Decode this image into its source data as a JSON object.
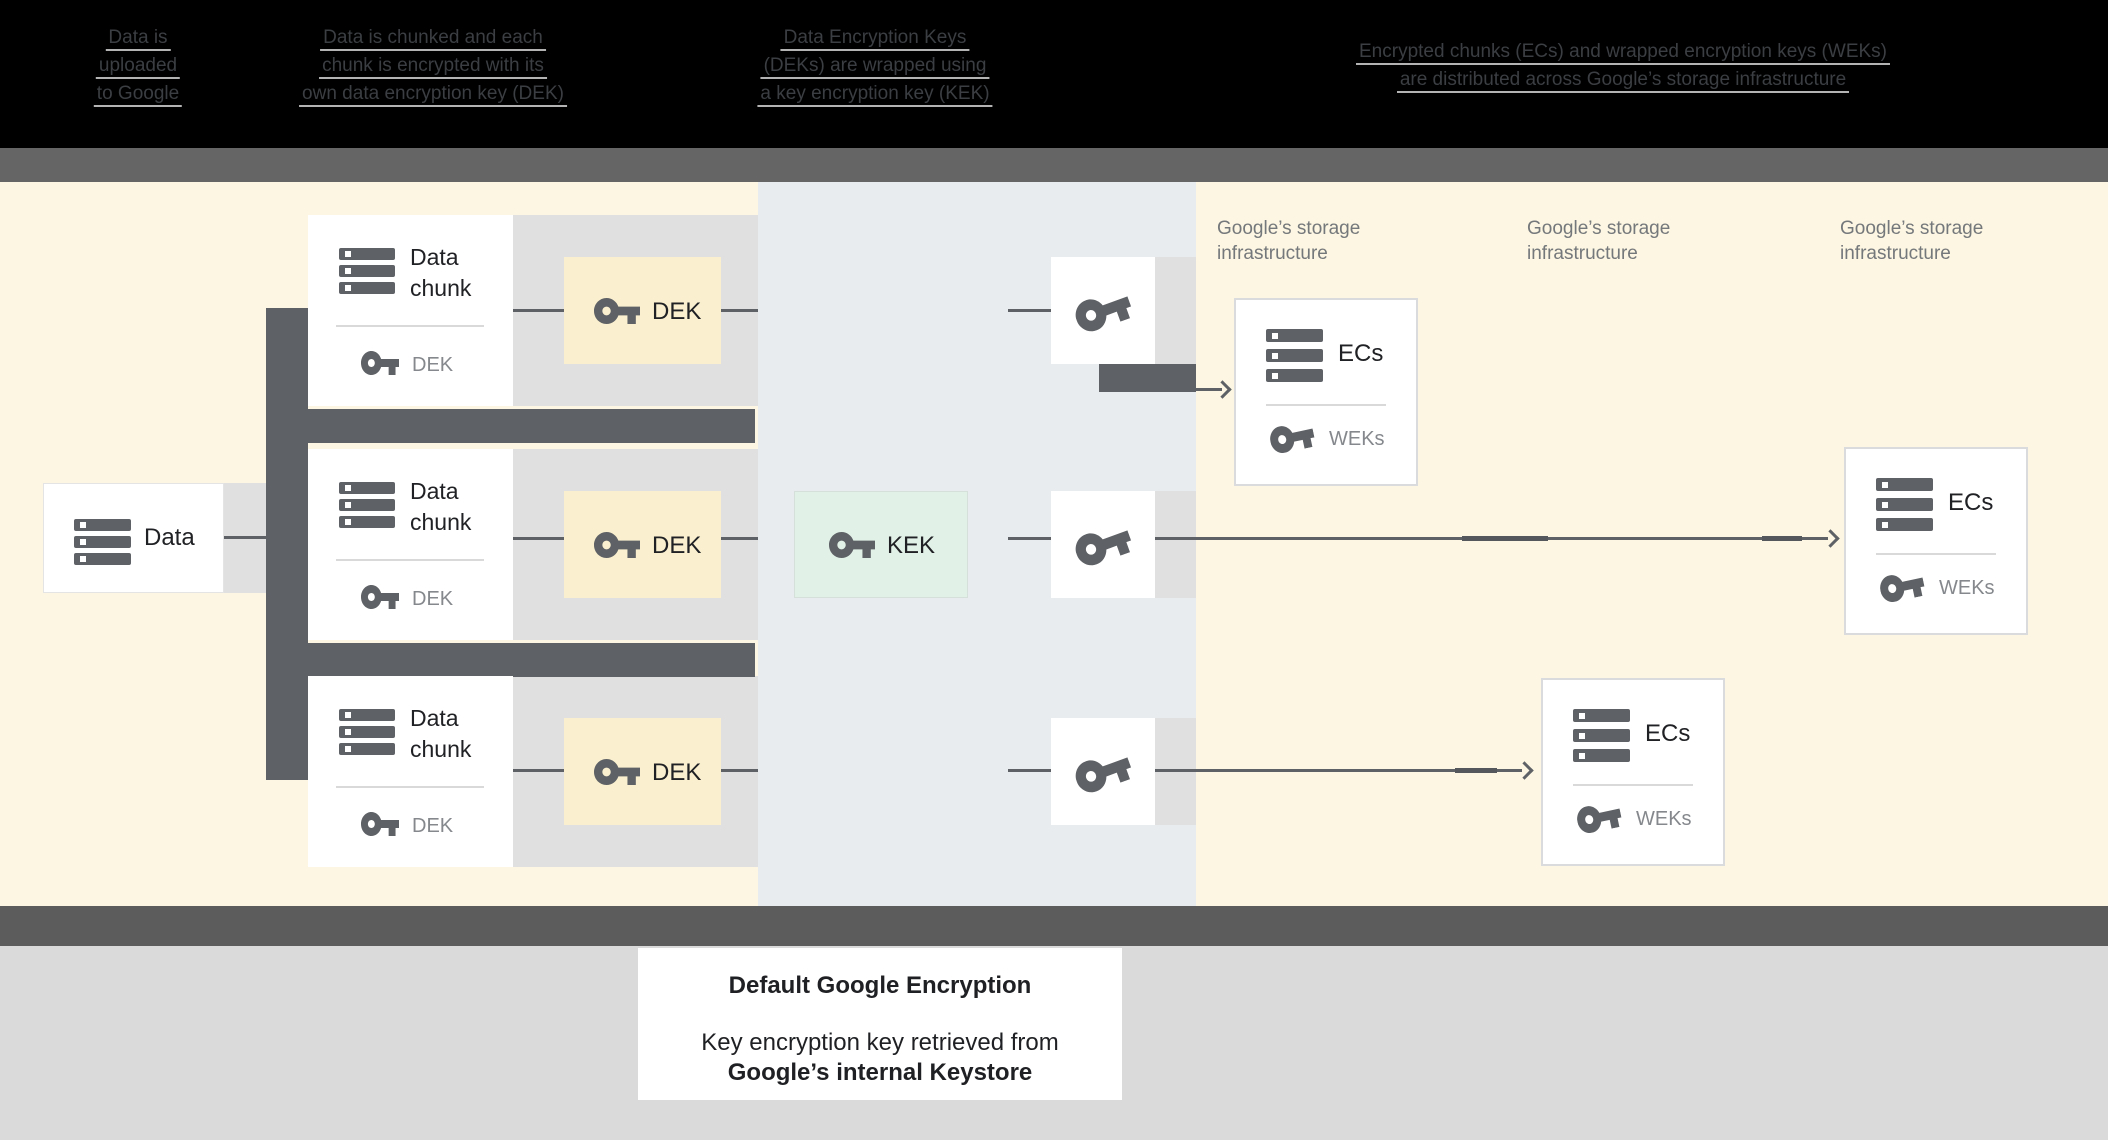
{
  "header": {
    "steps": [
      {
        "lines": [
          "Data is",
          "uploaded",
          "to Google"
        ]
      },
      {
        "lines": [
          "Data is chunked and each",
          "chunk is encrypted with its",
          "own data encryption key (DEK)"
        ]
      },
      {
        "lines": [
          "Data Encryption Keys",
          "(DEKs) are wrapped using",
          "a key encryption key (KEK)"
        ]
      },
      {
        "lines": [
          "Encrypted chunks (ECs) and wrapped encryption keys (WEKs)",
          "are distributed across Google’s storage infrastructure"
        ]
      }
    ]
  },
  "diagram": {
    "data_box_label": "Data",
    "chunk_box_label": "Data chunk",
    "dek_label": "DEK",
    "kek_label": "KEK",
    "ecs_label": "ECs",
    "weks_label": "WEKs",
    "storage_label_line1": "Google’s storage",
    "storage_label_line2": "infrastructure"
  },
  "caption": {
    "title": "Default Google Encryption",
    "subtitle_line1": "Key encryption key retrieved from",
    "subtitle_line2": "Google’s internal Keystore"
  },
  "colors": {
    "header_bg": "#000000",
    "header_text": "#3b3e42",
    "top_bar": "#666566",
    "bottom_bar": "#5c5c5c",
    "upload_zone_bg": "#fcf6e2",
    "kek_zone_bg": "#e8ecee",
    "storage_zone_bg": "#fcf6e2",
    "dek_box_fill": "#faf0cf",
    "kek_box_fill": "#e2f1e8",
    "row_band": "#e0e0e0",
    "connector": "#5e6165",
    "small_label_gray": "#85888c",
    "storage_label_gray": "#75787b",
    "footer_bg": "#dadada"
  }
}
